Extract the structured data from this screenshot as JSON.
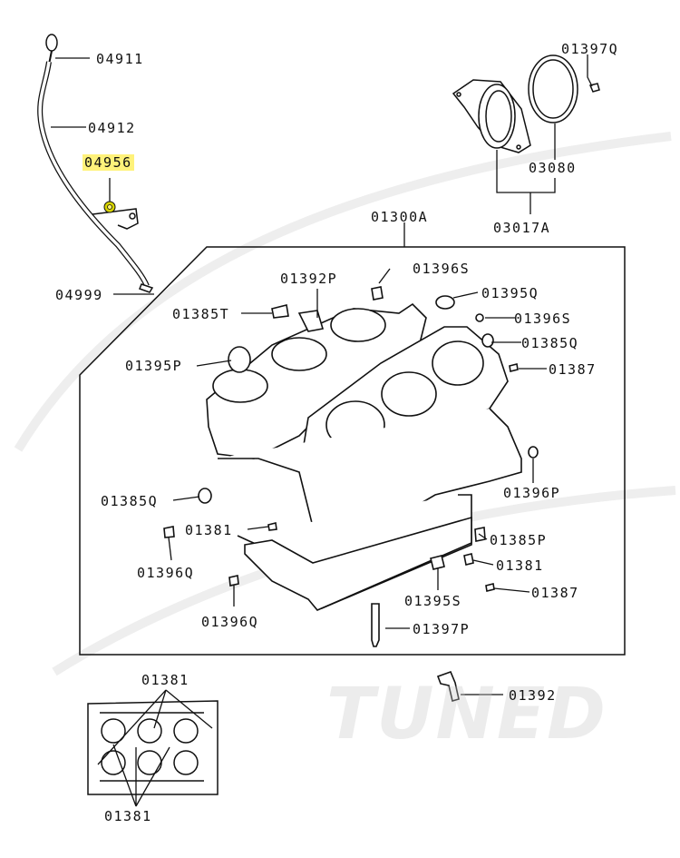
{
  "watermark": "TUNED",
  "colors": {
    "highlight": "#fff27a",
    "line": "#111111",
    "part_fill": "#ffffff"
  },
  "parts": [
    {
      "id": "p04911",
      "part_number": "04911",
      "name": "dipstick handle"
    },
    {
      "id": "p04912",
      "part_number": "04912",
      "name": "oil level gauge tube"
    },
    {
      "id": "p04956",
      "part_number": "04956",
      "name": "tube bolt",
      "highlighted": true
    },
    {
      "id": "p04999",
      "part_number": "04999",
      "name": "o-ring"
    },
    {
      "id": "p01397q",
      "part_number": "01397Q"
    },
    {
      "id": "p03080",
      "part_number": "03080"
    },
    {
      "id": "p03017a",
      "part_number": "03017A"
    },
    {
      "id": "p01300a",
      "part_number": "01300A",
      "name": "cylinder block assembly"
    },
    {
      "id": "p01396s_top",
      "part_number": "01396S"
    },
    {
      "id": "p01392p",
      "part_number": "01392P"
    },
    {
      "id": "p01395q",
      "part_number": "01395Q"
    },
    {
      "id": "p01385t",
      "part_number": "01385T"
    },
    {
      "id": "p01396s_right",
      "part_number": "01396S"
    },
    {
      "id": "p01385q_right",
      "part_number": "01385Q"
    },
    {
      "id": "p01395p",
      "part_number": "01395P"
    },
    {
      "id": "p01387_top",
      "part_number": "01387"
    },
    {
      "id": "p01396p",
      "part_number": "01396P"
    },
    {
      "id": "p01385q_left",
      "part_number": "01385Q"
    },
    {
      "id": "p01381_mid",
      "part_number": "01381"
    },
    {
      "id": "p01385p",
      "part_number": "01385P"
    },
    {
      "id": "p01396q_a",
      "part_number": "01396Q"
    },
    {
      "id": "p01381_right",
      "part_number": "01381"
    },
    {
      "id": "p01387_bottom",
      "part_number": "01387"
    },
    {
      "id": "p01395s",
      "part_number": "01395S"
    },
    {
      "id": "p01396q_b",
      "part_number": "01396Q"
    },
    {
      "id": "p01397p",
      "part_number": "01397P"
    },
    {
      "id": "p01392",
      "part_number": "01392"
    },
    {
      "id": "p01381_top_inset",
      "part_number": "01381"
    },
    {
      "id": "p01381_bottom_inset",
      "part_number": "01381"
    }
  ]
}
